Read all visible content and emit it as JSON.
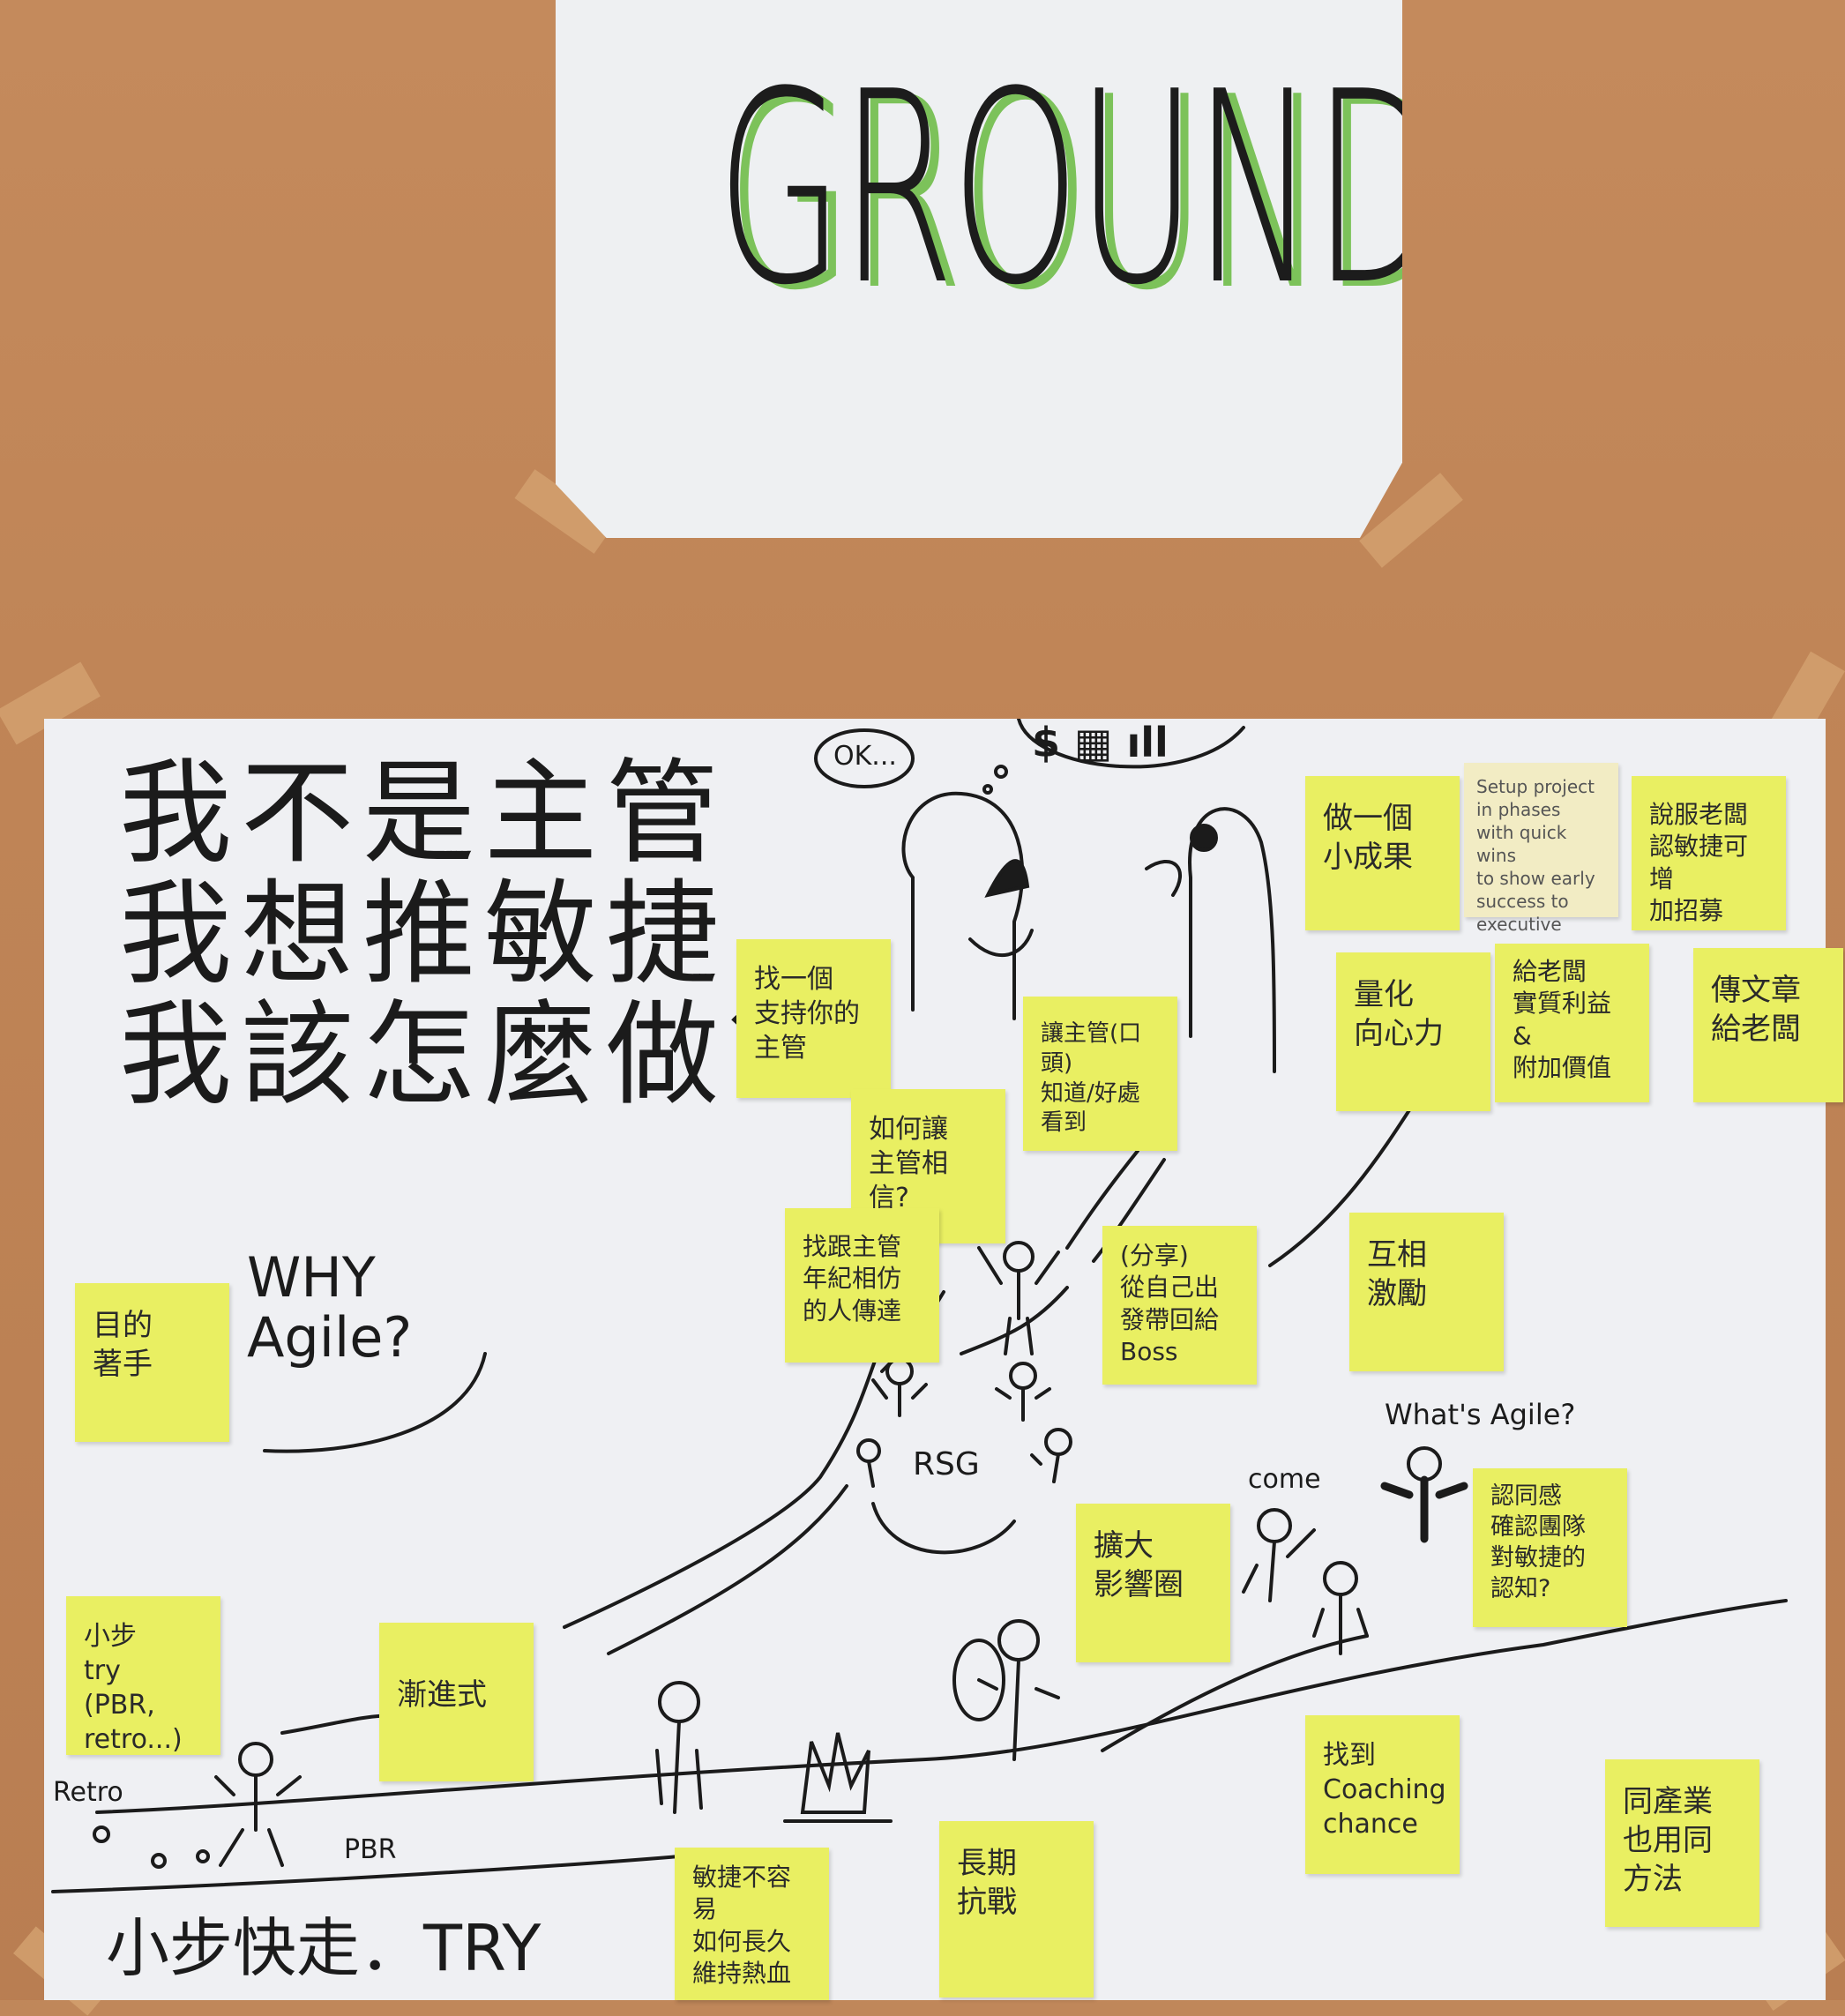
{
  "title_sheet": {
    "text": "GROUNDED"
  },
  "poster": {
    "question": "我不是主管\n我想推敏捷\n我該怎麼做？",
    "labels": {
      "why_agile": "WHY\nAgile?",
      "ok_bubble": "OK...",
      "money_bubble": "$ ▦ ıll",
      "rsg": "RSG",
      "come": "come",
      "whats_agile": "What's Agile?",
      "retro": "Retro",
      "pbr": "PBR",
      "footer": "小步快走．TRY"
    },
    "stickies": [
      {
        "id": "purpose",
        "text": "目的\n著手"
      },
      {
        "id": "small-step",
        "text": "小步\ntry\n(PBR, retro...)"
      },
      {
        "id": "gradual",
        "text": "漸進式"
      },
      {
        "id": "find-supportive-manager",
        "text": "找一個\n支持你的\n主管"
      },
      {
        "id": "how-to-earn-trust",
        "text": "如何讓\n主管相信?"
      },
      {
        "id": "find-peer-age",
        "text": "找跟主管\n年紀相仿\n的人傳達"
      },
      {
        "id": "let-manager-see",
        "text": "讓主管(口頭)\n知道/好處\n看到"
      },
      {
        "id": "make-small-result",
        "text": "做一個\n小成果"
      },
      {
        "id": "setup-project",
        "text": "Setup project\nin phases\nwith quick wins\nto show early\nsuccess to executive"
      },
      {
        "id": "convince-boss",
        "text": "說服老闆\n認敏捷可增\n加招募"
      },
      {
        "id": "quantify-cohesion",
        "text": "量化\n向心力"
      },
      {
        "id": "real-benefit",
        "text": "給老闆\n實質利益\n&\n附加價值"
      },
      {
        "id": "send-article",
        "text": "傳文章\n給老闆"
      },
      {
        "id": "share-from-self",
        "text": "(分享)\n從自己出\n發帶回給\nBoss"
      },
      {
        "id": "mutual-motivation",
        "text": "互相\n激勵"
      },
      {
        "id": "expand-influence",
        "text": "擴大\n影響圈"
      },
      {
        "id": "identity",
        "text": "認同感\n確認團隊\n對敏捷的\n認知?"
      },
      {
        "id": "coaching-chance",
        "text": "找到\nCoaching\nchance"
      },
      {
        "id": "same-industry",
        "text": "同產業\n也用同方法"
      },
      {
        "id": "long-term",
        "text": "長期\n抗戰"
      },
      {
        "id": "keep-passion",
        "text": "敏捷不容易\n如何長久\n維持熱血"
      }
    ]
  }
}
